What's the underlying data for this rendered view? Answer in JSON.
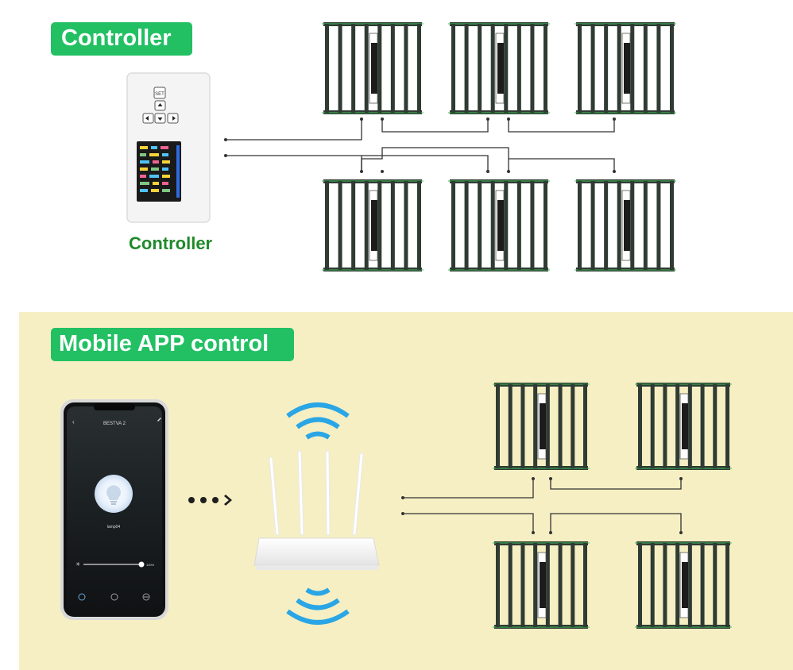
{
  "top_section": {
    "label": "Controller",
    "controller_caption": "Controller",
    "device_buttons": {
      "set": "SET"
    }
  },
  "bottom_section": {
    "label": "Mobile APP control",
    "phone": {
      "title": "BESTVA 2",
      "lamp_name": "lamp04",
      "brightness_value": "100%"
    }
  },
  "colors": {
    "label_bg": "#22c063",
    "caption_text": "#1f8a2a",
    "panel_bg": "#f6efc3",
    "fixture_bar": "#2f3b33",
    "wifi_blue": "#2aa6e6"
  }
}
